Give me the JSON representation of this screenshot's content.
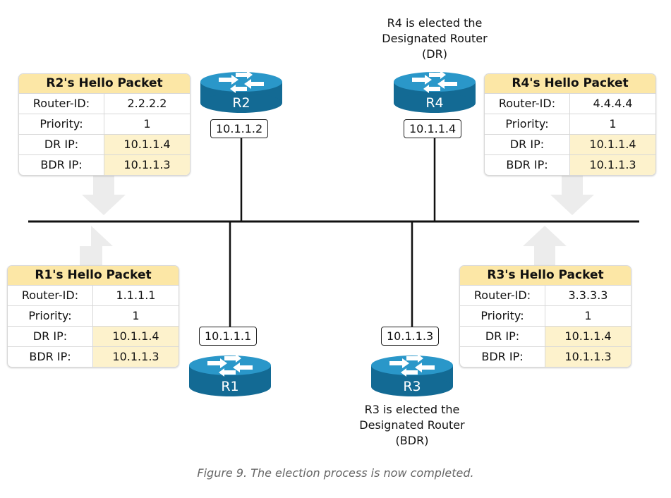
{
  "routers": [
    {
      "id": "r2",
      "name": "R2",
      "ip": "10.1.1.2"
    },
    {
      "id": "r4",
      "name": "R4",
      "ip": "10.1.1.4"
    },
    {
      "id": "r1",
      "name": "R1",
      "ip": "10.1.1.1"
    },
    {
      "id": "r3",
      "name": "R3",
      "ip": "10.1.1.3"
    }
  ],
  "packets": {
    "r2": {
      "title": "R2's Hello Packet",
      "rows": [
        {
          "label": "Router-ID:",
          "value": "2.2.2.2"
        },
        {
          "label": "Priority:",
          "value": "1"
        },
        {
          "label": "DR IP:",
          "value": "10.1.1.4"
        },
        {
          "label": "BDR IP:",
          "value": "10.1.1.3"
        }
      ]
    },
    "r4": {
      "title": "R4's Hello Packet",
      "rows": [
        {
          "label": "Router-ID:",
          "value": "4.4.4.4"
        },
        {
          "label": "Priority:",
          "value": "1"
        },
        {
          "label": "DR IP:",
          "value": "10.1.1.4"
        },
        {
          "label": "BDR IP:",
          "value": "10.1.1.3"
        }
      ]
    },
    "r1": {
      "title": "R1's Hello Packet",
      "rows": [
        {
          "label": "Router-ID:",
          "value": "1.1.1.1"
        },
        {
          "label": "Priority:",
          "value": "1"
        },
        {
          "label": "DR IP:",
          "value": "10.1.1.4"
        },
        {
          "label": "BDR IP:",
          "value": "10.1.1.3"
        }
      ]
    },
    "r3": {
      "title": "R3's Hello Packet",
      "rows": [
        {
          "label": "Router-ID:",
          "value": "3.3.3.3"
        },
        {
          "label": "Priority:",
          "value": "1"
        },
        {
          "label": "DR IP:",
          "value": "10.1.1.4"
        },
        {
          "label": "BDR IP:",
          "value": "10.1.1.3"
        }
      ]
    }
  },
  "notes": {
    "dr": [
      "R4 is elected the",
      "Designated Router",
      "(DR)"
    ],
    "bdr": [
      "R3 is elected the",
      "Designated Router",
      "(BDR)"
    ]
  },
  "caption": "Figure 9. The election process is now completed.",
  "colors": {
    "router": "#1d84b5",
    "router_top": "#2a97c9",
    "router_side": "#136a94",
    "header": "#fce7a6",
    "highlight": "#fdf2cc",
    "arrow": "#ececec"
  }
}
